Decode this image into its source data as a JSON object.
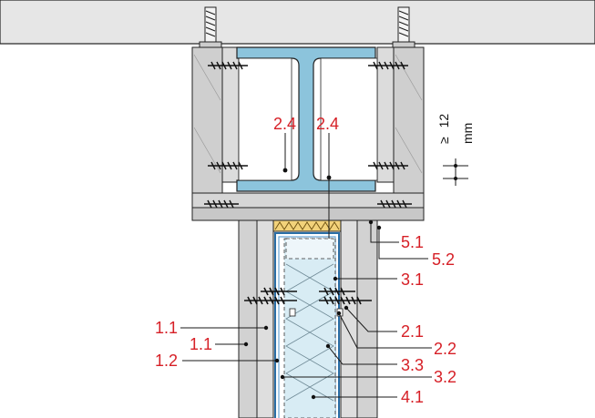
{
  "labels": {
    "l_2_4_a": "2.4",
    "l_2_4_b": "2.4",
    "l_5_1": "5.1",
    "l_5_2": "5.2",
    "l_3_1": "3.1",
    "l_2_1": "2.1",
    "l_2_2": "2.2",
    "l_3_3": "3.3",
    "l_3_2": "3.2",
    "l_4_1": "4.1",
    "l_1_1_a": "1.1",
    "l_1_1_b": "1.1",
    "l_1_2": "1.2"
  },
  "dimension": {
    "symbol": "≥",
    "value": "12",
    "unit": "mm"
  },
  "colors": {
    "steel": "#8cc4dc",
    "board": "#d9d9d9",
    "board_dark": "#bfbfbf",
    "ceiling": "#e6e6e6",
    "insulation": "#d8ecf4",
    "seal": "#f2d27a",
    "label": "#d61f26"
  }
}
